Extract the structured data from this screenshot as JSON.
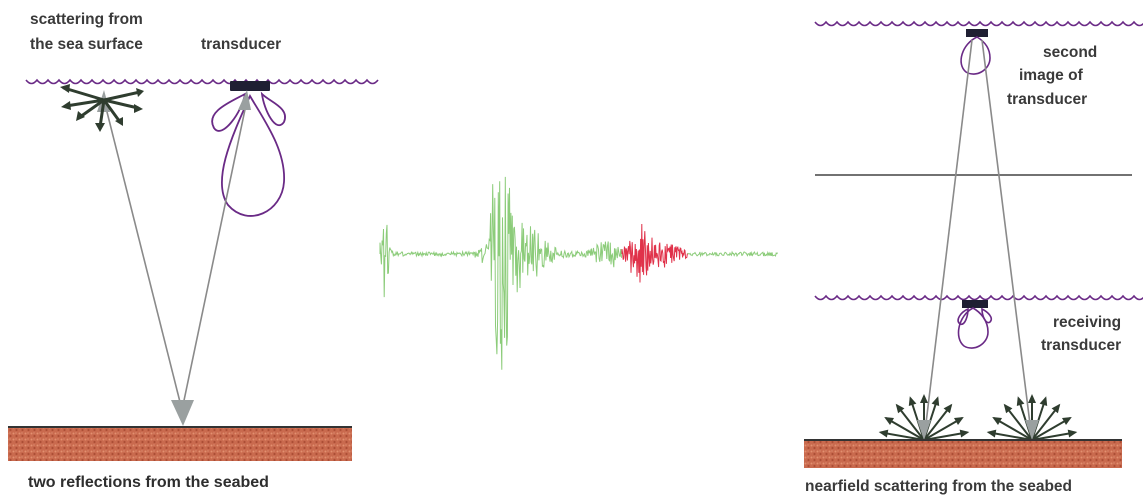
{
  "labels": {
    "scattering_line1": "scattering from",
    "scattering_line2": "the sea surface",
    "transducer": "transducer",
    "two_reflections": "two reflections from the seabed",
    "second_image_line1": "second",
    "second_image_line2": "image of",
    "second_image_line3": "transducer",
    "receiving_line1": "receiving",
    "receiving_line2": "transducer",
    "nearfield": "nearfield scattering from the seabed"
  },
  "colors": {
    "sea_surface": "#6a2a86",
    "beam_pattern": "#6a2a86",
    "transducer_block": "#1f1f33",
    "ray": "#8a8a8a",
    "arrow_head": "#9aa0a0",
    "scatter_arrow": "#2f3d2f",
    "seabed": "#c96a4e",
    "seabed_edge": "#333333",
    "signal_primary": "#8ccc7a",
    "signal_secondary": "#e0324a",
    "divider": "#444444"
  },
  "icons": {
    "transducer": "transducer-block-icon",
    "beam": "beam-pattern-icon",
    "seabed": "seabed-texture-icon"
  }
}
